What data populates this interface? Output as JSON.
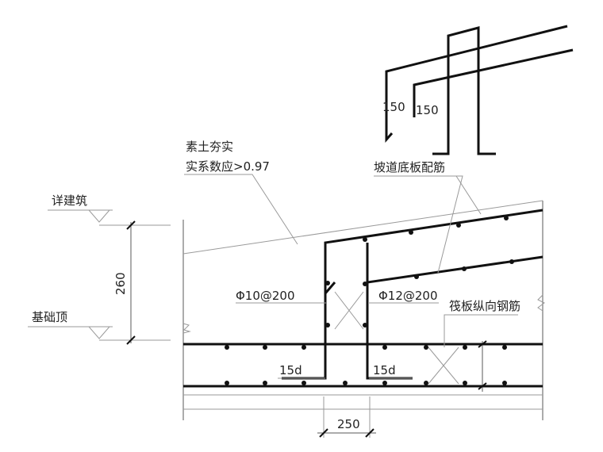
{
  "labels": {
    "backfill_line1": "素土夯实",
    "backfill_line2": "实系数应>0.97",
    "ramp_bottom_slab_rebar": "坡道底板配筋",
    "see_architecture": "详建筑",
    "foundation_top": "基础顶",
    "height_dim": "260",
    "stirrup_spec": "Φ10@200",
    "slab_bar_spec": "Φ12@200",
    "raft_longitudinal_rebar": "筏板纵向钢筋",
    "anchor_left": "15d",
    "anchor_right": "15d",
    "width_dim": "250",
    "detail_dim_left": "150",
    "detail_dim_right": "150"
  }
}
